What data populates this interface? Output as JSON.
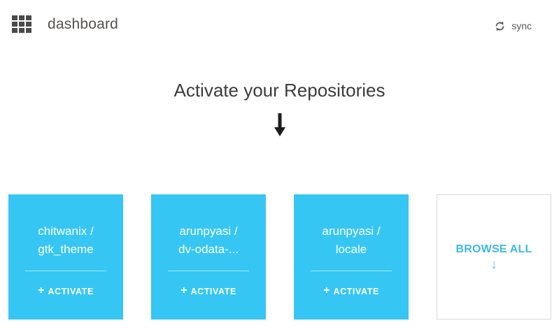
{
  "header": {
    "apps_icon": "grid-icon",
    "title": "dashboard",
    "sync": {
      "icon": "sync-icon",
      "label": "sync"
    }
  },
  "main": {
    "heading": "Activate your Repositories",
    "flow_arrow_icon": "arrow-down-icon",
    "repo_cards": [
      {
        "owner_line": "chitwanix /",
        "repo_line": "gtk_theme",
        "plus_symbol": "+",
        "action_label": "ACTIVATE"
      },
      {
        "owner_line": "arunpyasi /",
        "repo_line": "dv-odata-...",
        "plus_symbol": "+",
        "action_label": "ACTIVATE"
      },
      {
        "owner_line": "arunpyasi /",
        "repo_line": "locale",
        "plus_symbol": "+",
        "action_label": "ACTIVATE"
      }
    ],
    "browse_card": {
      "label": "BROWSE ALL",
      "arrow_symbol": "↓"
    }
  },
  "colors": {
    "accent_cyan": "#36c6f4",
    "browse_text": "#3db9e8",
    "title_gray": "#55524e",
    "heading_dark": "#3c3c3c",
    "icon_gray": "#4a4a4a",
    "card_border": "#d9d9d9"
  }
}
